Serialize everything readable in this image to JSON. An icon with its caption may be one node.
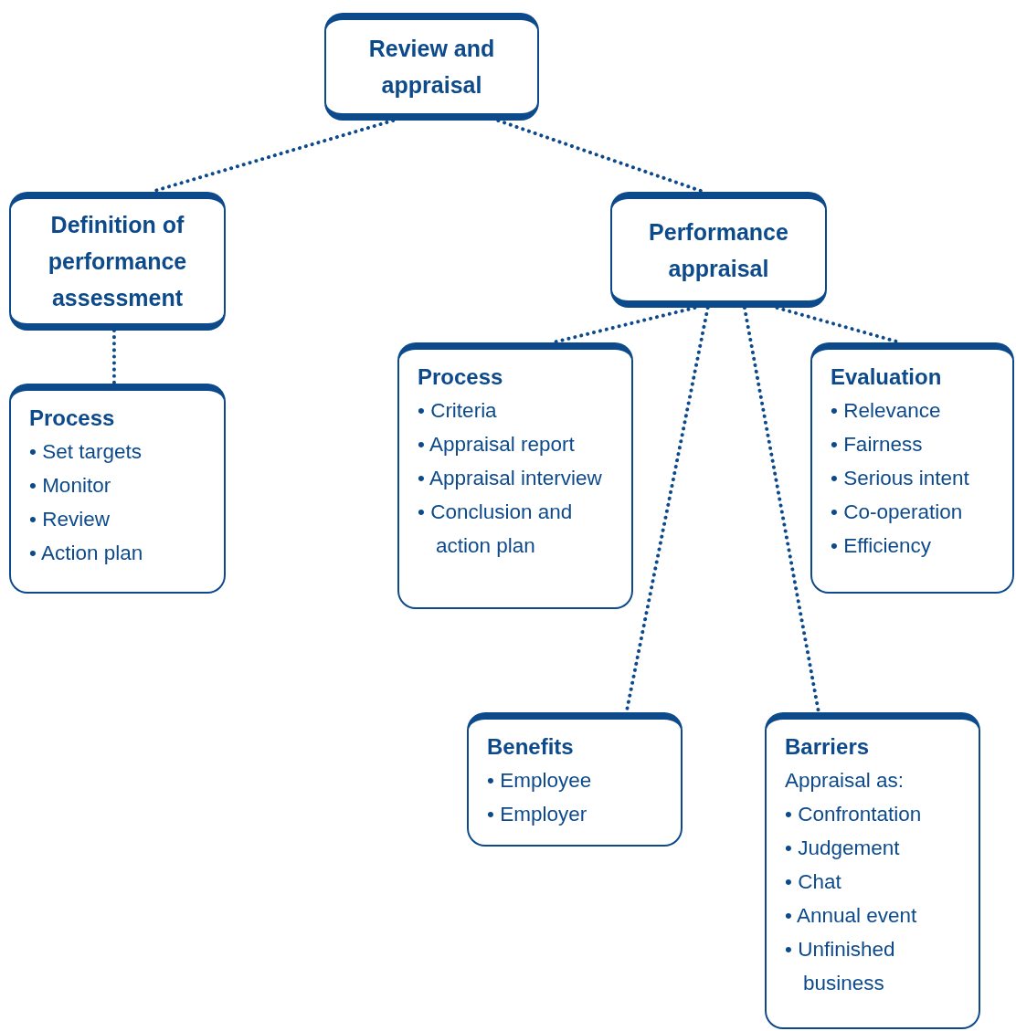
{
  "diagram": {
    "nodes": [
      {
        "text": [
          "Review and appraisal"
        ]
      },
      {
        "text": [
          "Definition of performance assessment"
        ]
      },
      {
        "text": [
          "Performance appraisal"
        ]
      },
      {
        "text": [
          "Process",
          "• Set targets",
          "• Monitor",
          "• Review",
          "• Action plan"
        ]
      },
      {
        "text": [
          "Process",
          "• Criteria",
          "• Appraisal report",
          "• Appraisal interview",
          "• Conclusion and action plan"
        ]
      },
      {
        "text": [
          "Evaluation",
          "• Relevance",
          "• Fairness",
          "• Serious intent",
          "• Co-operation",
          "• Efficiency"
        ]
      },
      {
        "text": [
          "Benefits",
          "• Employee",
          "• Employer"
        ]
      },
      {
        "text": [
          "Barriers",
          "Appraisal as:",
          "• Confrontation",
          "• Judgement",
          "• Chat",
          "• Annual event",
          "• Unfinished business"
        ]
      }
    ],
    "edges": [
      {
        "from": 0,
        "to": 1,
        "arrow": "none"
      },
      {
        "from": 0,
        "to": 2,
        "arrow": "none"
      },
      {
        "from": 1,
        "to": 3,
        "arrow": "none"
      },
      {
        "from": 2,
        "to": 4,
        "arrow": "none"
      },
      {
        "from": 2,
        "to": 6,
        "arrow": "none"
      },
      {
        "from": 2,
        "to": 7,
        "arrow": "none"
      },
      {
        "from": 2,
        "to": 5,
        "arrow": "none"
      }
    ]
  }
}
